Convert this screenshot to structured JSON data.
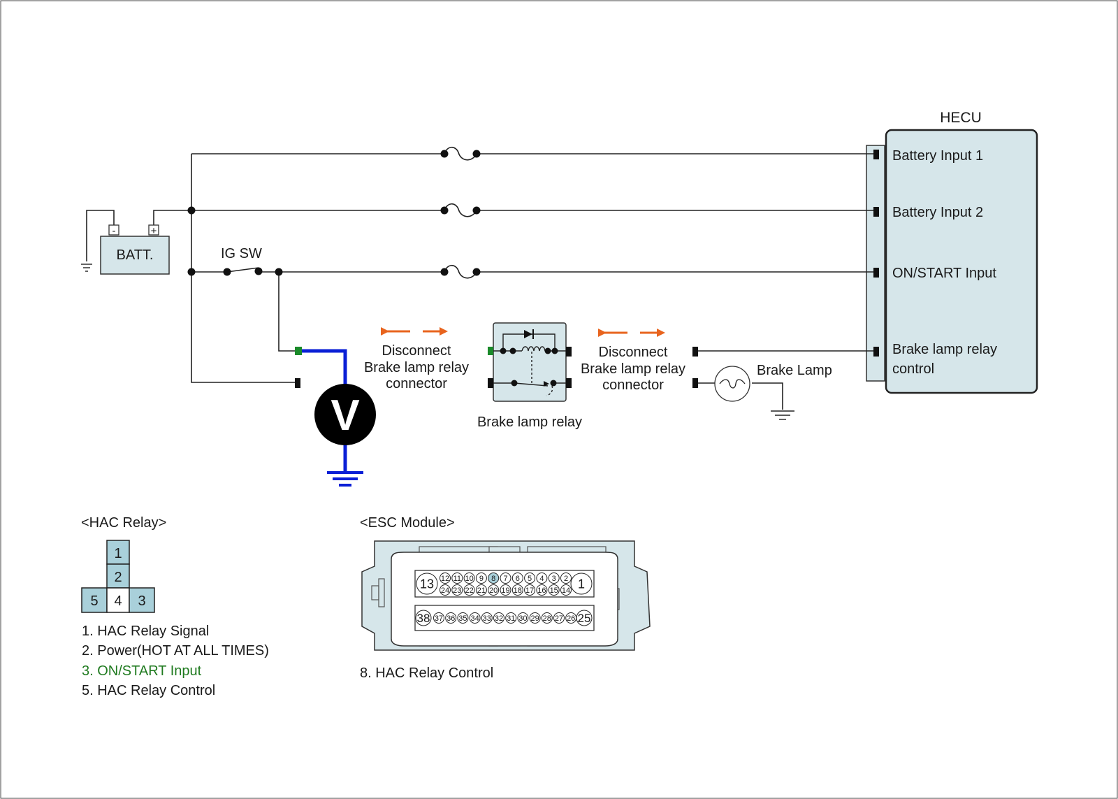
{
  "hecu": {
    "title": "HECU",
    "pins": [
      "Battery Input 1",
      "Battery Input 2",
      "ON/START Input",
      "Brake lamp relay",
      "control"
    ]
  },
  "battery": {
    "label": "BATT.",
    "minus": "-",
    "plus": "+"
  },
  "ig_switch": {
    "label": "IG SW"
  },
  "voltmeter": {
    "symbol": "V"
  },
  "disconnect_left": {
    "line1": "Disconnect",
    "line2": "Brake lamp relay",
    "line3": "connector"
  },
  "disconnect_right": {
    "line1": "Disconnect",
    "line2": "Brake lamp relay",
    "line3": "connector"
  },
  "brake_lamp_relay": {
    "label": "Brake lamp relay"
  },
  "brake_lamp": {
    "label": "Brake Lamp"
  },
  "hac_relay": {
    "title": "<HAC Relay>",
    "pins": [
      "1",
      "2",
      "5",
      "4",
      "3"
    ],
    "legend": [
      "1. HAC Relay Signal",
      "2. Power(HOT AT ALL TIMES)",
      "3. ON/START Input",
      "5. HAC Relay Control"
    ],
    "highlight_color": "#1f7a1f"
  },
  "esc_module": {
    "title": "<ESC Module>",
    "big_pins": [
      "13",
      "1",
      "38",
      "25"
    ],
    "row1": [
      "12",
      "11",
      "10",
      "9",
      "8",
      "7",
      "6",
      "5",
      "4",
      "3",
      "2"
    ],
    "row2": [
      "24",
      "23",
      "22",
      "21",
      "20",
      "19",
      "18",
      "17",
      "16",
      "15",
      "14"
    ],
    "row3": [
      "37",
      "36",
      "35",
      "34",
      "33",
      "32",
      "31",
      "30",
      "29",
      "28",
      "27",
      "26"
    ],
    "highlighted_pin": "8",
    "legend": "8. HAC Relay Control"
  },
  "colors": {
    "component_fill": "#d6e6ea",
    "pin_fill": "#a9d0da",
    "probe_wire": "#0a1fd6",
    "arrow": "#e8641e",
    "green_terminal": "#1a8a2a"
  }
}
